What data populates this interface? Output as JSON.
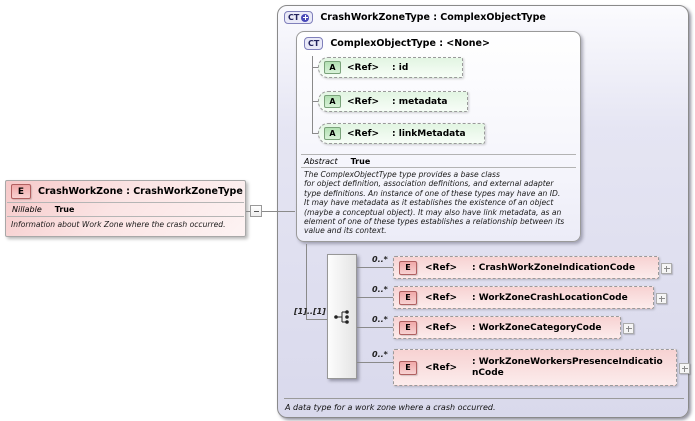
{
  "element_box": {
    "badge": "E",
    "title": "CrashWorkZone : CrashWorkZoneType",
    "property": {
      "label": "Nillable",
      "value": "True"
    },
    "description": "Information about Work Zone where the crash occurred."
  },
  "connector": {
    "cardinality": "[1]..[1]",
    "collapse_icon": "minus",
    "compositor_icon": "sequence"
  },
  "type_container": {
    "badge": "CT",
    "expand_icon": "plus-circle",
    "title": "CrashWorkZoneType : ComplexObjectType",
    "caption": "A data type for a work zone where a crash occurred.",
    "base_type": {
      "badge": "CT",
      "title": "ComplexObjectType : <None>",
      "attributes": [
        {
          "badge": "A",
          "ref": "<Ref>",
          "name": ": id"
        },
        {
          "badge": "A",
          "ref": "<Ref>",
          "name": ": metadata"
        },
        {
          "badge": "A",
          "ref": "<Ref>",
          "name": ": linkMetadata"
        }
      ],
      "property": {
        "label": "Abstract",
        "value": "True"
      },
      "description_lines": [
        "The ComplexObjectType type provides a base class",
        "for object definition, association definitions, and external adapter",
        "type definitions. An instance of one of these types may have an ID.",
        "It may have metadata as it establishes the existence of an object",
        "(maybe a conceptual object). It may also have link metadata, as an",
        "element of one of these types establishes a relationship between its",
        "value and its context."
      ]
    },
    "elements": [
      {
        "badge": "E",
        "ref": "<Ref>",
        "name": ": CrashWorkZoneIndicationCode",
        "cardinality": "0..*",
        "expand_icon": "plus"
      },
      {
        "badge": "E",
        "ref": "<Ref>",
        "name": ": WorkZoneCrashLocationCode",
        "cardinality": "0..*",
        "expand_icon": "plus"
      },
      {
        "badge": "E",
        "ref": "<Ref>",
        "name": ": WorkZoneCategoryCode",
        "cardinality": "0..*",
        "expand_icon": "plus"
      },
      {
        "badge": "E",
        "ref": "<Ref>",
        "name": ": WorkZoneWorkersPresenceIndicationCode",
        "cardinality": "0..*",
        "expand_icon": "plus"
      }
    ]
  },
  "colors": {
    "container_lavender": "#dcdcee",
    "element_pink": "#f7d2d2",
    "attribute_green": "#e2f5e2",
    "accent_blue": "#4848b8"
  }
}
